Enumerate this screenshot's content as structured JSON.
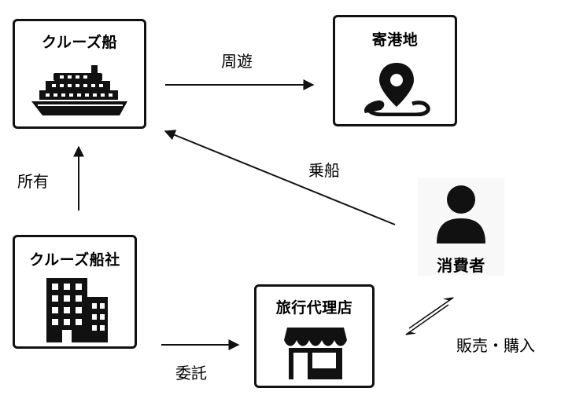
{
  "nodes": {
    "cruise_ship": {
      "label": "クルーズ船",
      "icon": "cruise-ship-icon"
    },
    "port": {
      "label": "寄港地",
      "icon": "location-pin-icon"
    },
    "cruise_company": {
      "label": "クルーズ船社",
      "icon": "office-building-icon"
    },
    "travel_agency": {
      "label": "旅行代理店",
      "icon": "storefront-icon"
    },
    "consumer": {
      "label": "消費者",
      "icon": "person-icon"
    }
  },
  "edges": {
    "ship_to_port": "周遊",
    "consumer_to_ship": "乗船",
    "company_to_ship": "所有",
    "company_to_agency": "委託",
    "agency_consumer": "販売・購入"
  },
  "colors": {
    "ink": "#111111",
    "background": "#ffffff"
  }
}
